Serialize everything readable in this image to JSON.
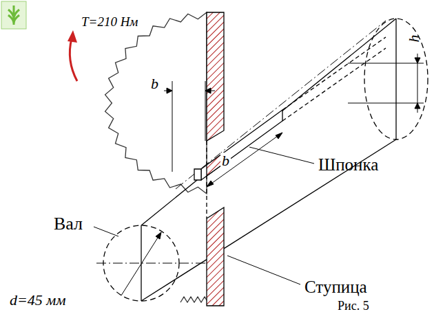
{
  "diagram": {
    "labels": [
      "T=210 Нм",
      "b",
      "b",
      "h",
      "Вал",
      "Шпонка",
      "Ступица",
      "d=45 мм",
      "Рис. 5"
    ]
  }
}
